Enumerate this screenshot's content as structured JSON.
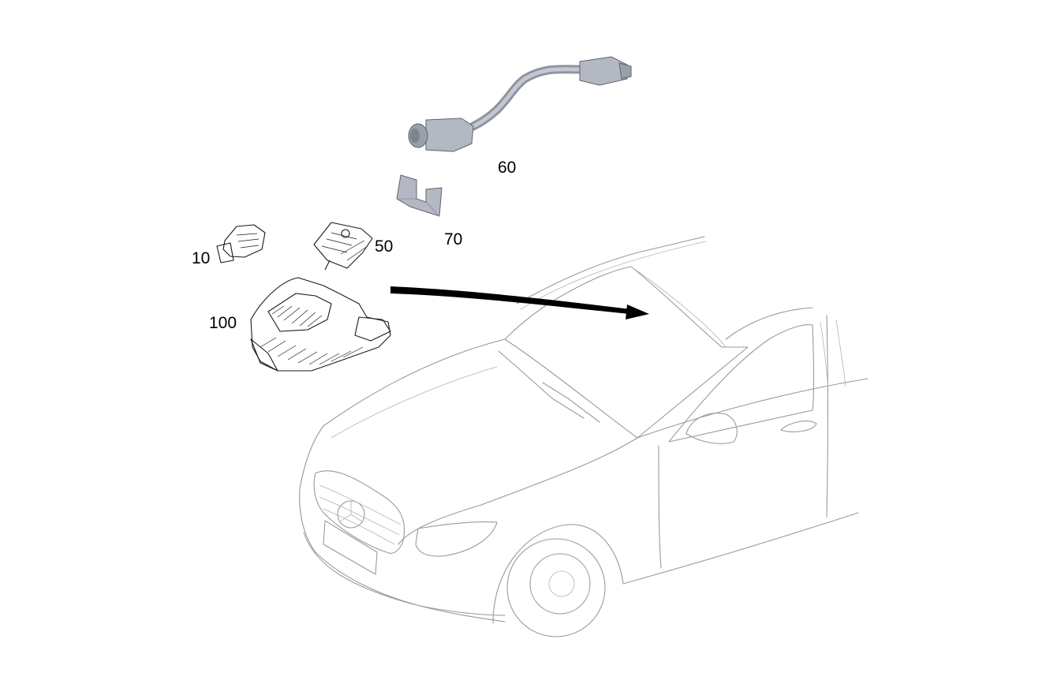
{
  "diagram": {
    "callouts": {
      "c10": "10",
      "c50": "50",
      "c60": "60",
      "c70": "70",
      "c100": "100"
    },
    "colors": {
      "background": "#ffffff",
      "car_outline": "#9a9a9a",
      "part_line": "#1a1a1a",
      "part_shaded": "#b4b8c2",
      "part_shaded_dark": "#8f949f",
      "arrow": "#000000",
      "callout_text": "#000000"
    }
  }
}
